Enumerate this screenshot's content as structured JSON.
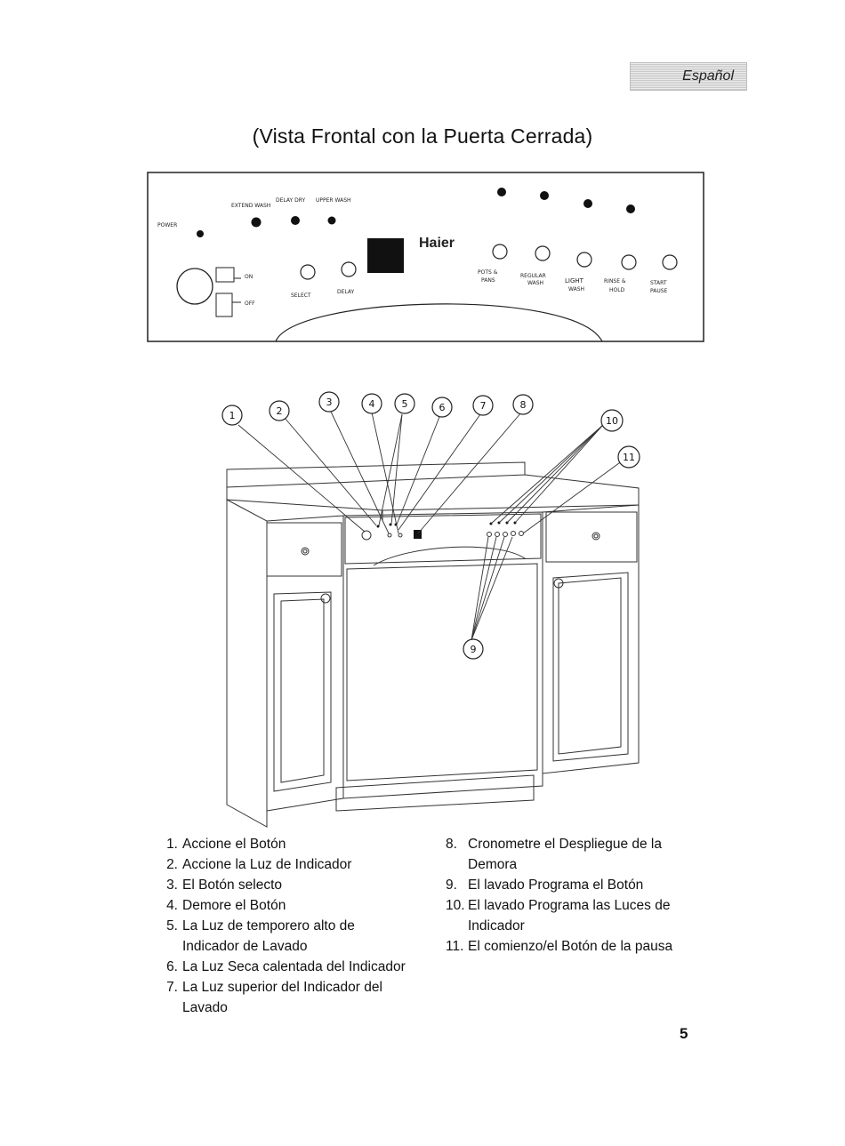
{
  "language_tab": "Español",
  "title": "(Vista Frontal con la Puerta Cerrada)",
  "panel": {
    "brand": "Haier",
    "power_label": "POWER",
    "indicator_labels": [
      "EXTEND WASH",
      "DELAY DRY",
      "UPPER WASH"
    ],
    "on_label": "ON",
    "off_label": "OFF",
    "select_label": "SELECT",
    "delay_label": "DELAY",
    "program_labels": [
      [
        "POTS &",
        "PANS"
      ],
      [
        "REGULAR",
        "WASH"
      ],
      [
        "LIGHT",
        "WASH"
      ],
      [
        "RINSE &",
        "HOLD"
      ],
      [
        "START",
        "PAUSE"
      ]
    ]
  },
  "callouts": [
    "1",
    "2",
    "3",
    "4",
    "5",
    "6",
    "7",
    "8",
    "9",
    "10",
    "11"
  ],
  "legend_left": [
    {
      "num": "1.",
      "text": "Accione el Botón"
    },
    {
      "num": "2.",
      "text": "Accione la Luz de Indicador"
    },
    {
      "num": "3.",
      "text": "El Botón selecto"
    },
    {
      "num": "4.",
      "text": "Demore el Botón"
    },
    {
      "num": "5.",
      "text": "La Luz de temporero alto de Indicador de Lavado"
    },
    {
      "num": "6.",
      "text": "La Luz Seca calentada del Indicador"
    },
    {
      "num": "7.",
      "text": "La Luz superior del Indicador del Lavado"
    }
  ],
  "legend_right": [
    {
      "num": "8.",
      "text": "Cronometre el Despliegue de la Demora"
    },
    {
      "num": "9.",
      "text": "El lavado Programa el Botón"
    },
    {
      "num": "10.",
      "text": "El lavado Programa las Luces de Indicador"
    },
    {
      "num": "11.",
      "text": "El comienzo/el Botón de la pausa"
    }
  ],
  "page_number": "5"
}
